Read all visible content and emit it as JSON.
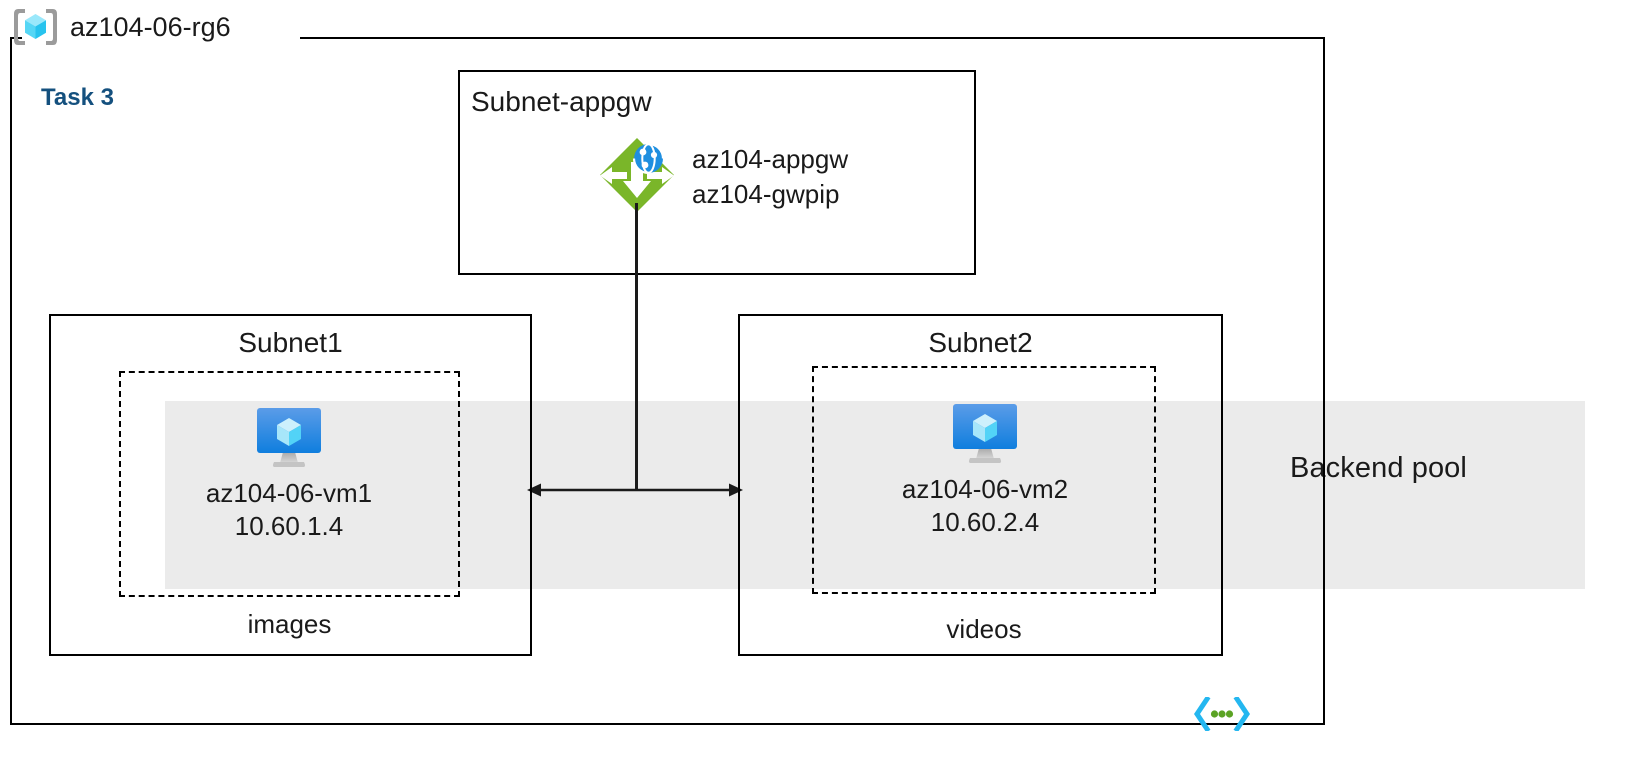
{
  "diagram": {
    "resource_group": {
      "name": "az104-06-rg6",
      "icon": "resource-group-icon"
    },
    "task_label": "Task 3",
    "backend_pool": {
      "label": "Backend pool",
      "band_color": "#ebebeb"
    },
    "vnet_icon_name": "virtual-network-icon",
    "subnets": [
      {
        "id": "subnet-appgw",
        "title": "Subnet-appgw",
        "resource": {
          "icon": "application-gateway-icon",
          "lines": [
            "az104-appgw",
            "az104-gwpip"
          ]
        }
      },
      {
        "id": "subnet1",
        "title": "Subnet1",
        "tier_label": "images",
        "vm": {
          "icon": "virtual-machine-icon",
          "name": "az104-06-vm1",
          "ip": "10.60.1.4"
        }
      },
      {
        "id": "subnet2",
        "title": "Subnet2",
        "tier_label": "videos",
        "vm": {
          "icon": "virtual-machine-icon",
          "name": "az104-06-vm2",
          "ip": "10.60.2.4"
        }
      }
    ],
    "colors": {
      "task_text": "#14507e",
      "appgw_green": "#7ab629",
      "appgw_globe_blue": "#1f8fe0",
      "vm_monitor_blue": "#1b8ae5",
      "vm_cube_cyan": "#9fe3fb",
      "rg_cube_cyan": "#32c8f0",
      "bracket_gray": "#9b9b9b",
      "stroke": "#000000"
    }
  }
}
